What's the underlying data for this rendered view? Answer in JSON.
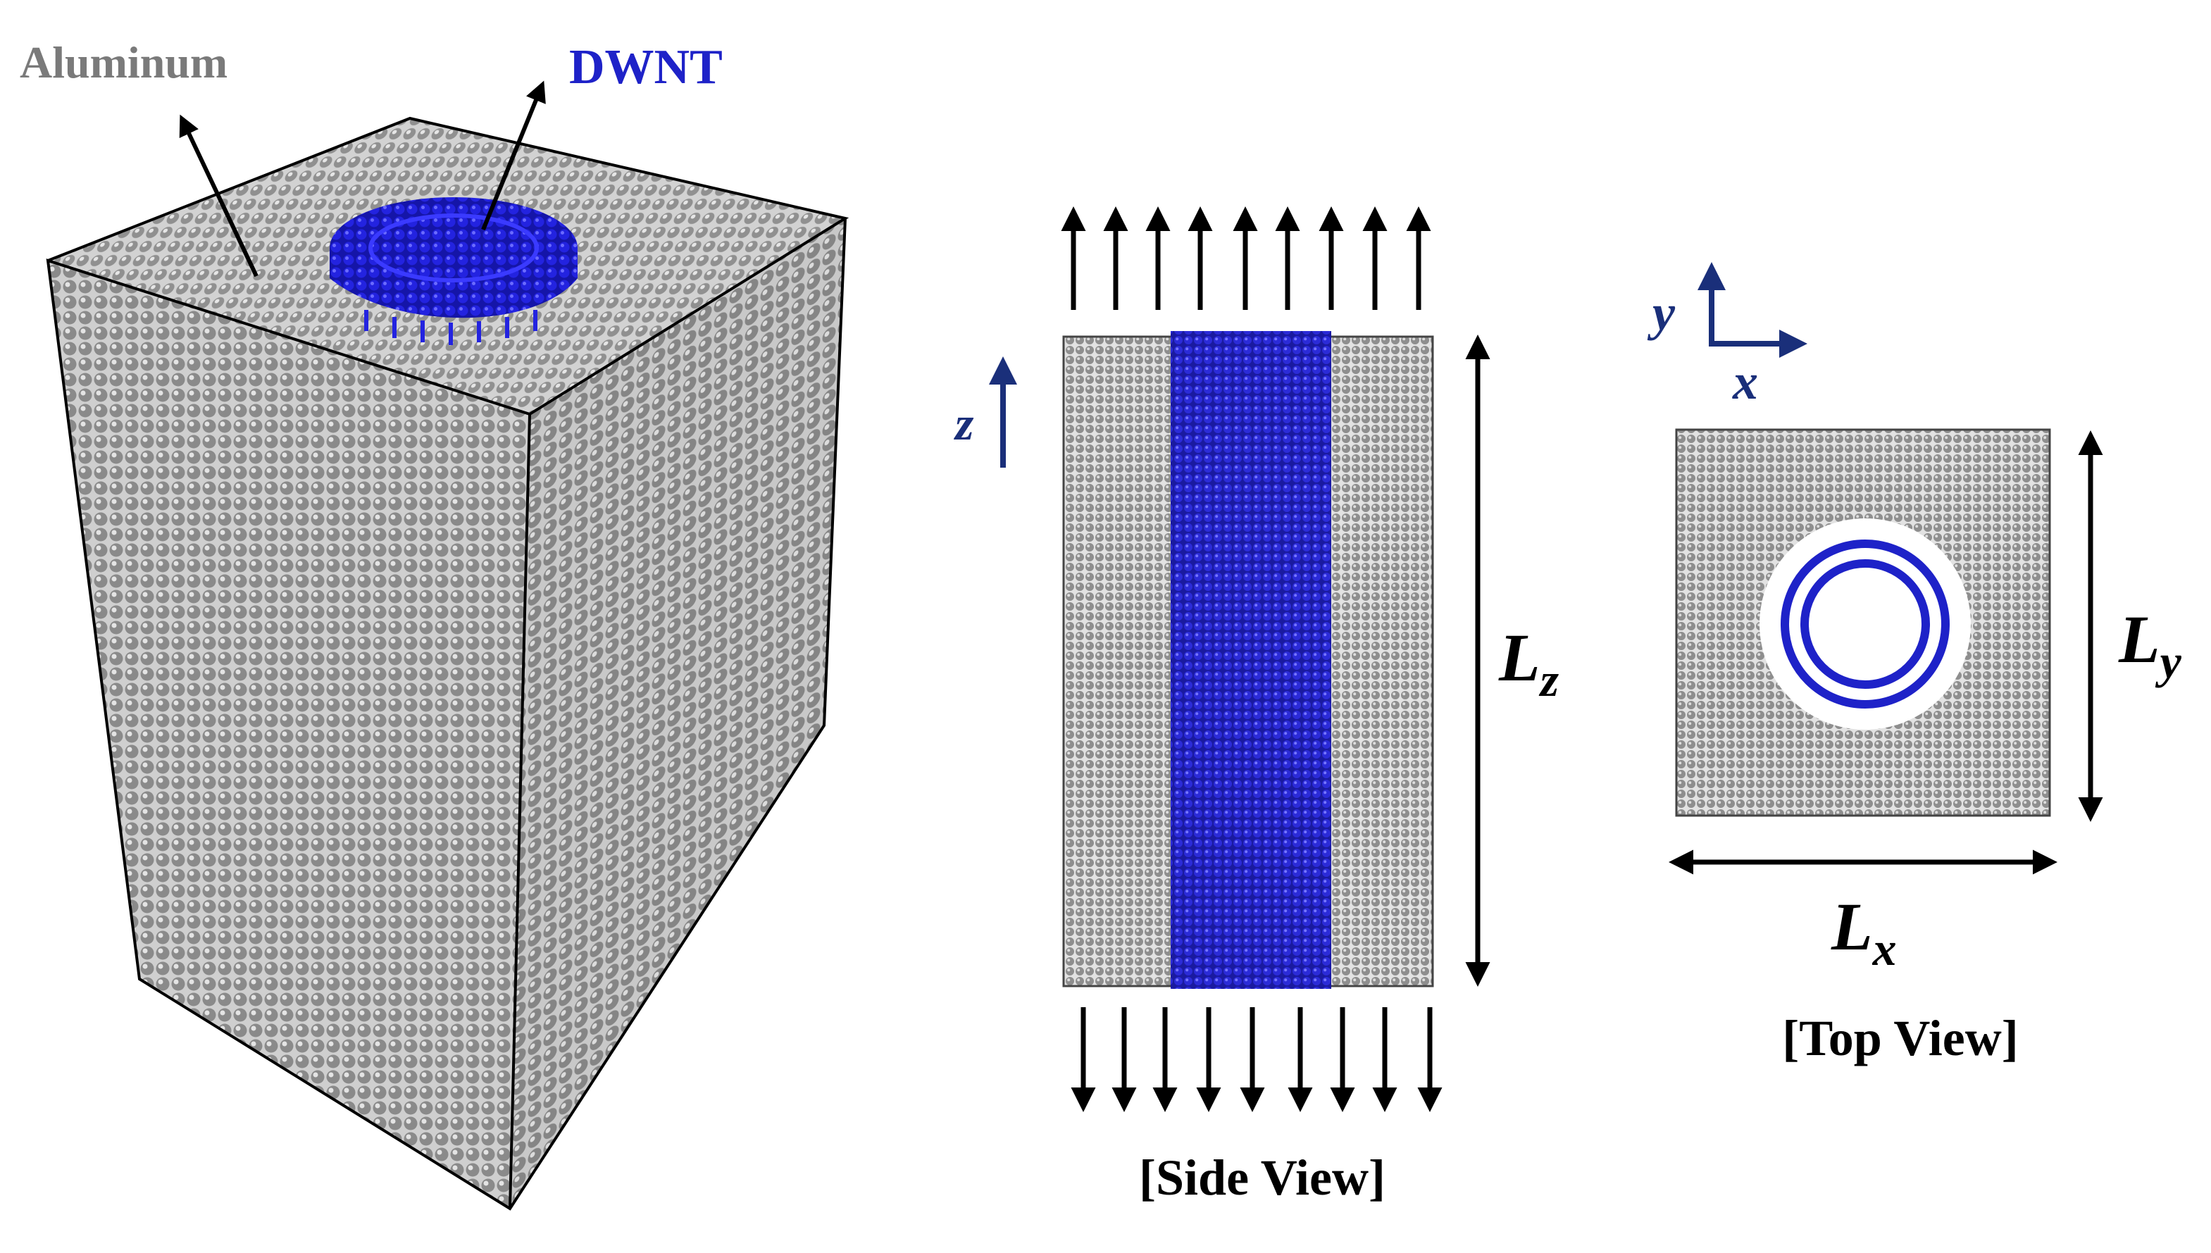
{
  "labels": {
    "aluminum": "Aluminum",
    "dwnt": "DWNT",
    "side_view": "[Side View]",
    "top_view": "[Top View]",
    "axis_z": "z",
    "axis_y": "y",
    "axis_x": "x",
    "dim_length": "L",
    "dim_z_sub": "z",
    "dim_y_sub": "y",
    "dim_x_sub": "x"
  },
  "colors": {
    "aluminum_atom": "#8c8c8c",
    "aluminum_atom_light": "#d6d6d6",
    "dwnt_atom": "#1f1fd6",
    "axis_blue": "#1a2f7a",
    "arrow": "#000000",
    "label_gray": "#7a7a7a",
    "label_blue": "#1e22c8"
  }
}
